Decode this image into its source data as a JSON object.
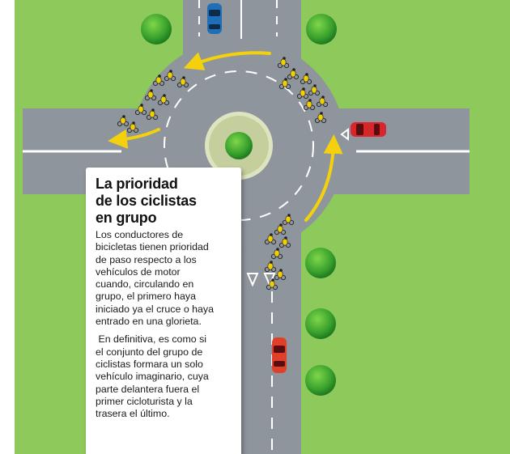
{
  "info_box": {
    "title_lines": [
      "La prioridad",
      "de los ciclistas",
      "en grupo"
    ],
    "paragraph_1_lines": [
      "Los conductores de",
      "bicicletas tienen prioridad",
      "de paso respecto a los",
      "vehículos de motor",
      "cuando, circulando en",
      "grupo, el primero haya",
      "iniciado ya el cruce o haya",
      "entrado en una glorieta."
    ],
    "paragraph_2_lines": [
      " En definitiva, es como si",
      "el conjunto del grupo de",
      "ciclistas formara un solo",
      "vehículo imaginario, cuya",
      "parte delantera fuera el",
      "primer cicloturista y la",
      "trasera el último."
    ]
  },
  "colors": {
    "grass": "#8ec95c",
    "road": "#8e959c",
    "island": "#c5cf9e",
    "arrow": "#f5d10d",
    "car_blue": "#1e6fb8",
    "car_red": "#d8262a",
    "car_orange_red": "#e0402a",
    "cyclist": "#f2d000"
  }
}
